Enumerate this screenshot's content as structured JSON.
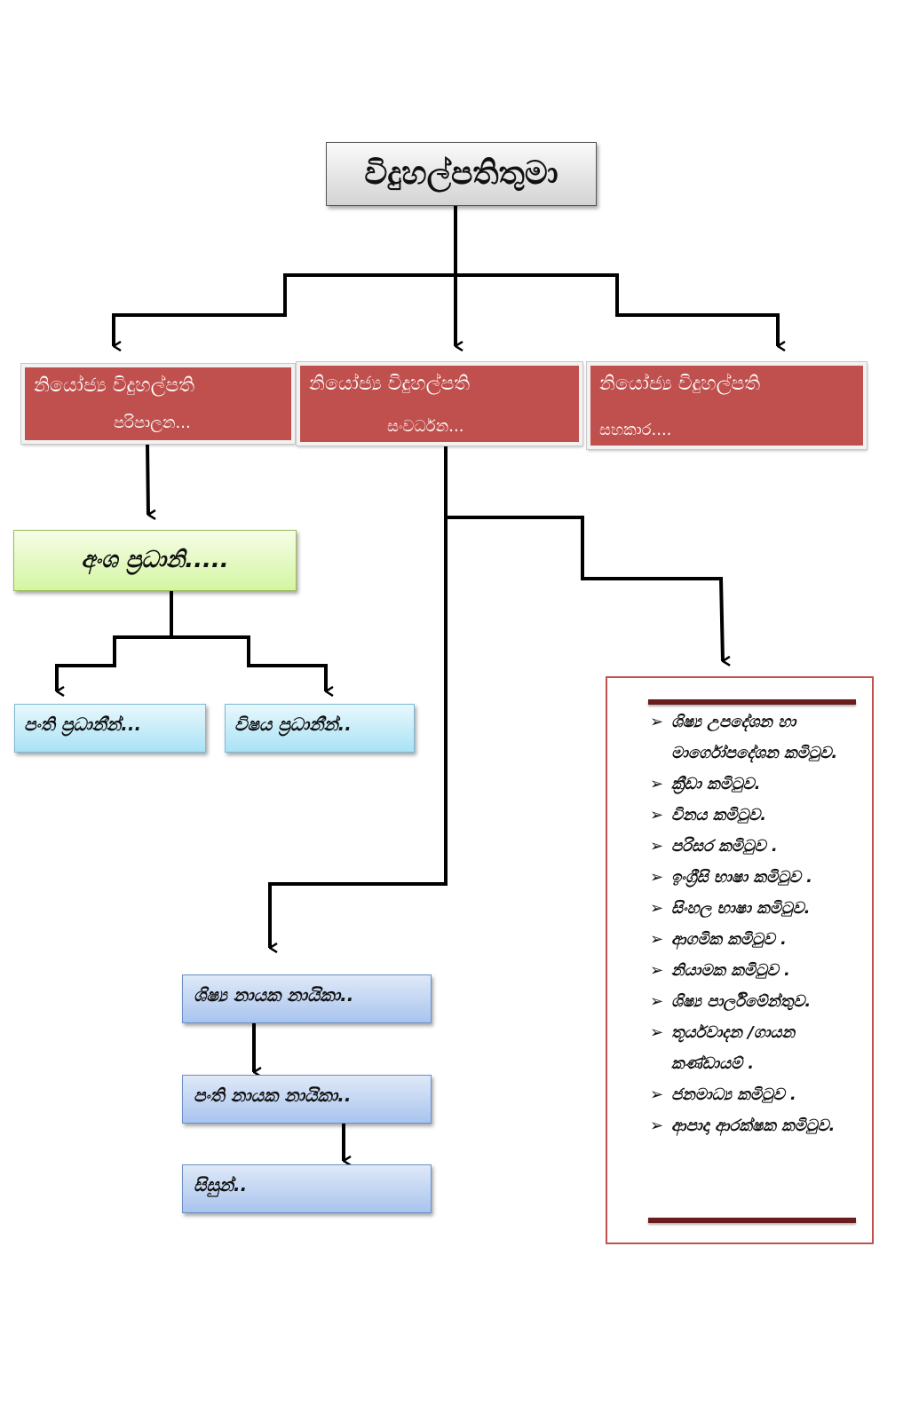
{
  "diagram": {
    "type": "organization-chart",
    "principal": {
      "label": "විදුහල්පතිතුමා"
    },
    "deputies": [
      {
        "line1": "නියෝජ්‍ය  විදුහල්පති",
        "line2": "පරිපාලන..."
      },
      {
        "line1": "නියෝජ්‍ය  විදුහල්පති",
        "line2": "සංවර්ධන..."
      },
      {
        "line1": "නියෝජ්‍ය  විදුහල්පති",
        "line2": "සහකාර...."
      }
    ],
    "section_heads": {
      "label": "අංශ ප්‍රධානි....."
    },
    "class_heads": {
      "label": "පංති ප්‍රධානීන්..."
    },
    "subject_heads": {
      "label": "විෂය ප්‍රධානීන්.."
    },
    "prefects": {
      "label": "ශිෂ්‍ය  නායක නායිකා.."
    },
    "class_prefects": {
      "label": "පංති නායක නායිකා.."
    },
    "students": {
      "label": "සිසුන්.."
    },
    "committees": {
      "bullet": "➢",
      "items": [
        "ශිෂ්‍ය උපදේශන හා මාර්ගෝපදේශන කමිටුව.",
        "ක්‍රීඩා කමිටුව.",
        "විනය කමිටුව.",
        "පරිසර කමිටුව .",
        "ඉංග්‍රීසි භාෂා කමිටුව .",
        "සිංහල භාෂා කමිටුව.",
        "ආගමික කමිටුව .",
        "නියාමක කමිටුව .",
        "ශිෂ්‍ය පාර්ලිමේන්තුව.",
        "තූර්යවාදන /ගායන කණ්ඩායම් .",
        "ජනමාධ්‍ය කමිටුව .",
        "ආපාදා ආරක්ෂක කමිටුව."
      ]
    },
    "colors": {
      "deputy_fill": "#c0504d",
      "section_fill": "#d4f5a3",
      "cyan_fill": "#a9e2f5",
      "blue_fill": "#a9c4ee",
      "committee_border": "#c0504d",
      "rule": "#6b1c1c"
    }
  }
}
